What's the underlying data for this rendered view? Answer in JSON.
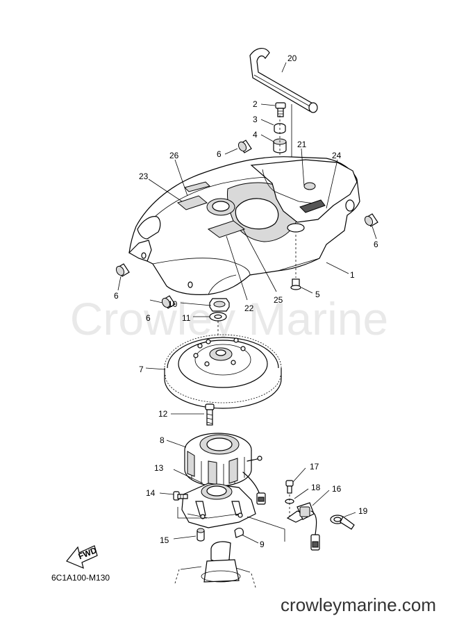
{
  "watermark": "Crowley Marine",
  "footer_site": "crowleymarine.com",
  "diagram_code": "6C1A100-M130",
  "fwd_label": "FWD",
  "callouts": [
    "20",
    "2",
    "3",
    "4",
    "6",
    "21",
    "24",
    "26",
    "23",
    "6",
    "6",
    "1",
    "5",
    "25",
    "22",
    "10",
    "11",
    "6",
    "7",
    "12",
    "8",
    "17",
    "13",
    "18",
    "16",
    "14",
    "19",
    "15",
    "9"
  ]
}
